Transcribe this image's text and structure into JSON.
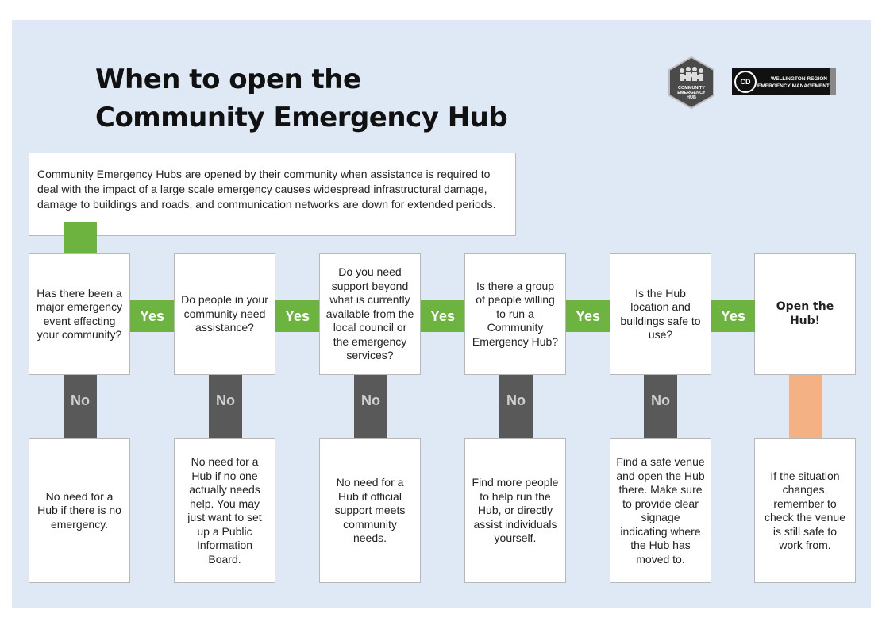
{
  "title": {
    "line1": "When to open the",
    "line2": "Community Emergency Hub"
  },
  "logos": {
    "hub_logo_text": [
      "COMMUNITY",
      "EMERGENCY",
      "HUB"
    ],
    "wremo_line1": "WELLINGTON REGION",
    "wremo_line2": "EMERGENCY MANAGEMENT",
    "cd_mark": "CD"
  },
  "intro": "Community Emergency Hubs are opened by their community when assistance is required to deal with the impact of a large scale emergency causes widespread infrastructural damage, damage to buildings and roads, and communication networks are down for extended periods.",
  "connectors": {
    "yes": "Yes",
    "no": "No"
  },
  "questions": [
    "Has there been a major emergency event effecting your community?",
    "Do people in your community need assistance?",
    "Do you need support beyond what is currently available from the local council or the emergency services?",
    "Is there a group of people willing to run a Community Emergency Hub?",
    "Is the Hub location and buildings safe to use?",
    "Open the Hub!"
  ],
  "outcomes": [
    "No need for a Hub if there is no emergency.",
    "No need for a Hub if no one actually needs help. You may just want to set up a Public Information Board.",
    "No need for a Hub if official support meets community needs.",
    "Find more people to help run the Hub, or directly assist individuals yourself.",
    "Find a safe venue and open the Hub there. Make sure to provide clear signage indicating where the Hub has moved to.",
    "If the situation changes, remember to check the venue is still safe to work from."
  ],
  "colors": {
    "background_panel": "#dfe9f5",
    "yes_green": "#6db33f",
    "no_gray": "#595959",
    "final_orange": "#f4b183"
  }
}
